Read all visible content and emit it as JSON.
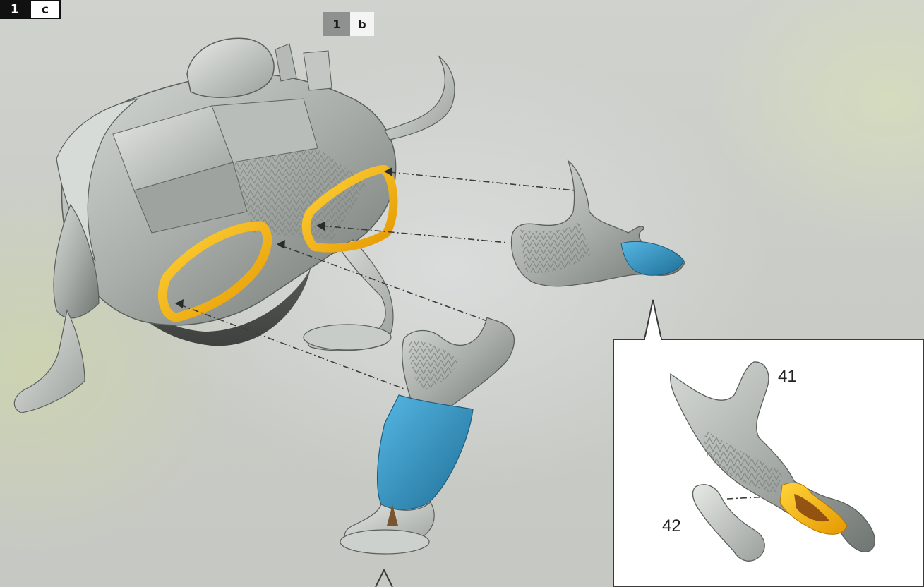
{
  "steps": {
    "current": {
      "number": "1",
      "sub": "c"
    },
    "previous": {
      "number": "1",
      "sub": "b"
    }
  },
  "parts": {
    "upper_leg": "41",
    "foot": "42"
  },
  "colors": {
    "model_grey": "#a9aeaa",
    "glue_highlight": "#f6b800",
    "attach_highlight": "#2e98c8",
    "inset_background": "#ffffff"
  }
}
